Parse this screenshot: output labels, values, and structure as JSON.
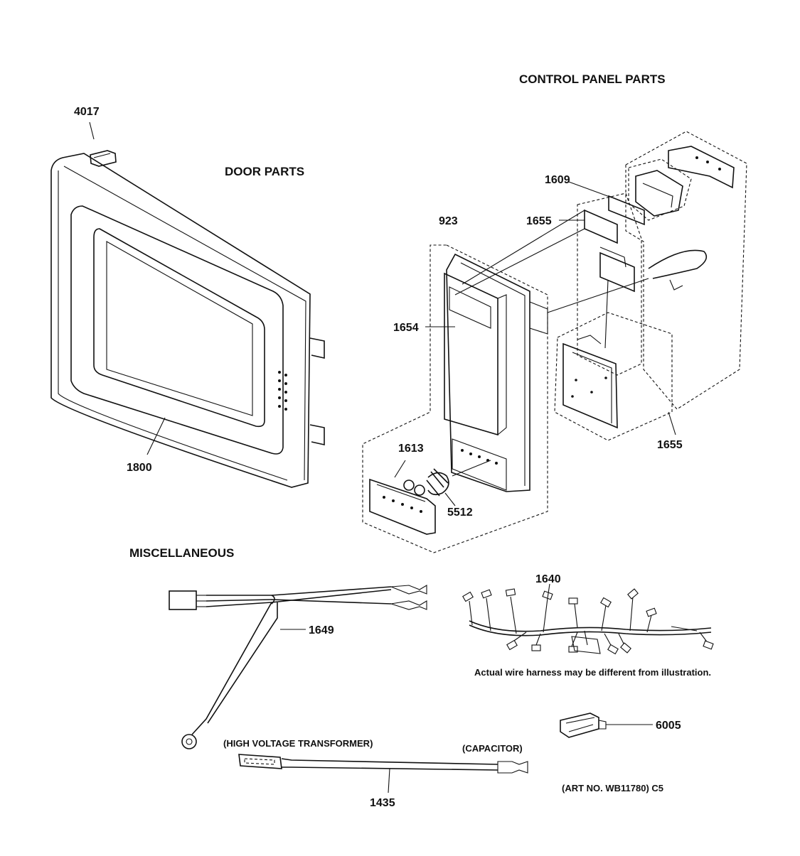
{
  "sections": {
    "control_panel": "CONTROL PANEL PARTS",
    "door": "DOOR PARTS",
    "misc": "MISCELLANEOUS"
  },
  "door_parts": {
    "part_4017": "4017",
    "part_1800": "1800"
  },
  "control_panel_parts": {
    "part_1609": "1609",
    "part_1655_top": "1655",
    "part_923": "923",
    "part_1654": "1654",
    "part_1655_bottom": "1655",
    "part_1613": "1613",
    "part_5512": "5512"
  },
  "misc_parts": {
    "part_1640": "1640",
    "part_1649": "1649",
    "part_6005": "6005",
    "part_1435": "1435",
    "harness_note": "Actual wire harness may be different from illustration.",
    "hv_transformer_label": "(HIGH VOLTAGE TRANSFORMER)",
    "capacitor_label": "(CAPACITOR)"
  },
  "art_number": "(ART NO. WB11780) C5"
}
